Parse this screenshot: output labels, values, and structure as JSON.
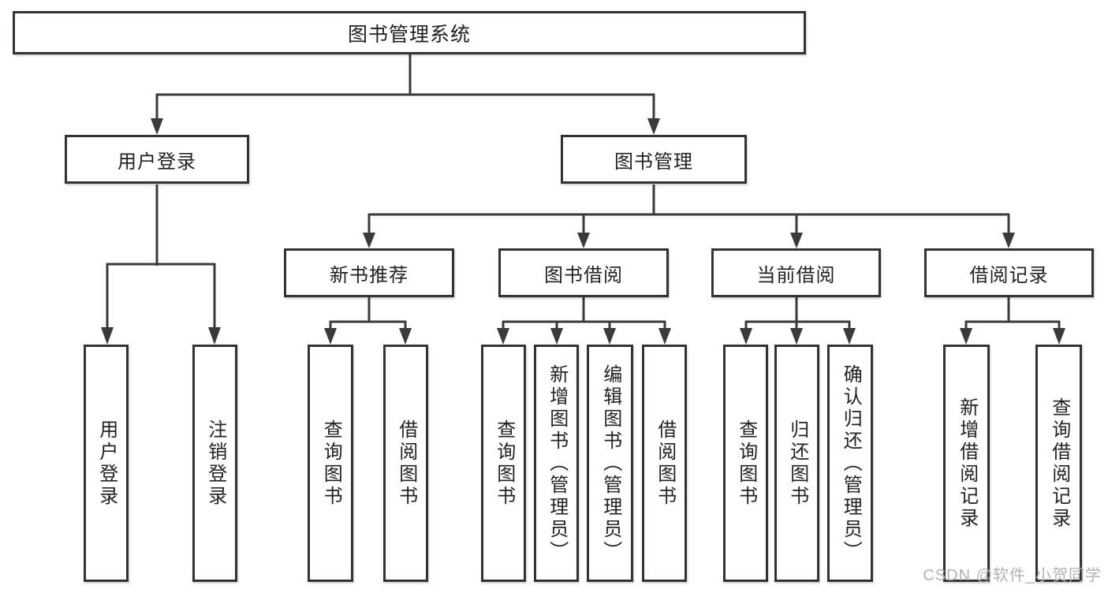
{
  "diagram": {
    "type": "function-structure-tree",
    "colors": {
      "line": "#3a3a3a",
      "border": "#333333",
      "text": "#222222",
      "watermark": "#b3b3b3"
    }
  },
  "tree": {
    "root": {
      "label": "图书管理系统"
    },
    "branches": [
      {
        "label": "用户登录",
        "children": [
          {
            "label": "用户登录"
          },
          {
            "label": "注销登录"
          }
        ]
      },
      {
        "label": "图书管理",
        "children": [
          {
            "label": "新书推荐",
            "children": [
              {
                "label": "查询图书"
              },
              {
                "label": "借阅图书"
              }
            ]
          },
          {
            "label": "图书借阅",
            "children": [
              {
                "label": "查询图书"
              },
              {
                "label": "新增图书（管理员）"
              },
              {
                "label": "编辑图书（管理员）"
              },
              {
                "label": "借阅图书"
              }
            ]
          },
          {
            "label": "当前借阅",
            "children": [
              {
                "label": "查询图书"
              },
              {
                "label": "归还图书"
              },
              {
                "label": "确认归还（管理员）"
              }
            ]
          },
          {
            "label": "借阅记录",
            "children": [
              {
                "label": "新增借阅记录"
              },
              {
                "label": "查询借阅记录"
              }
            ]
          }
        ]
      }
    ]
  },
  "watermark": {
    "text": "CSDN @软件_小贺同学"
  }
}
